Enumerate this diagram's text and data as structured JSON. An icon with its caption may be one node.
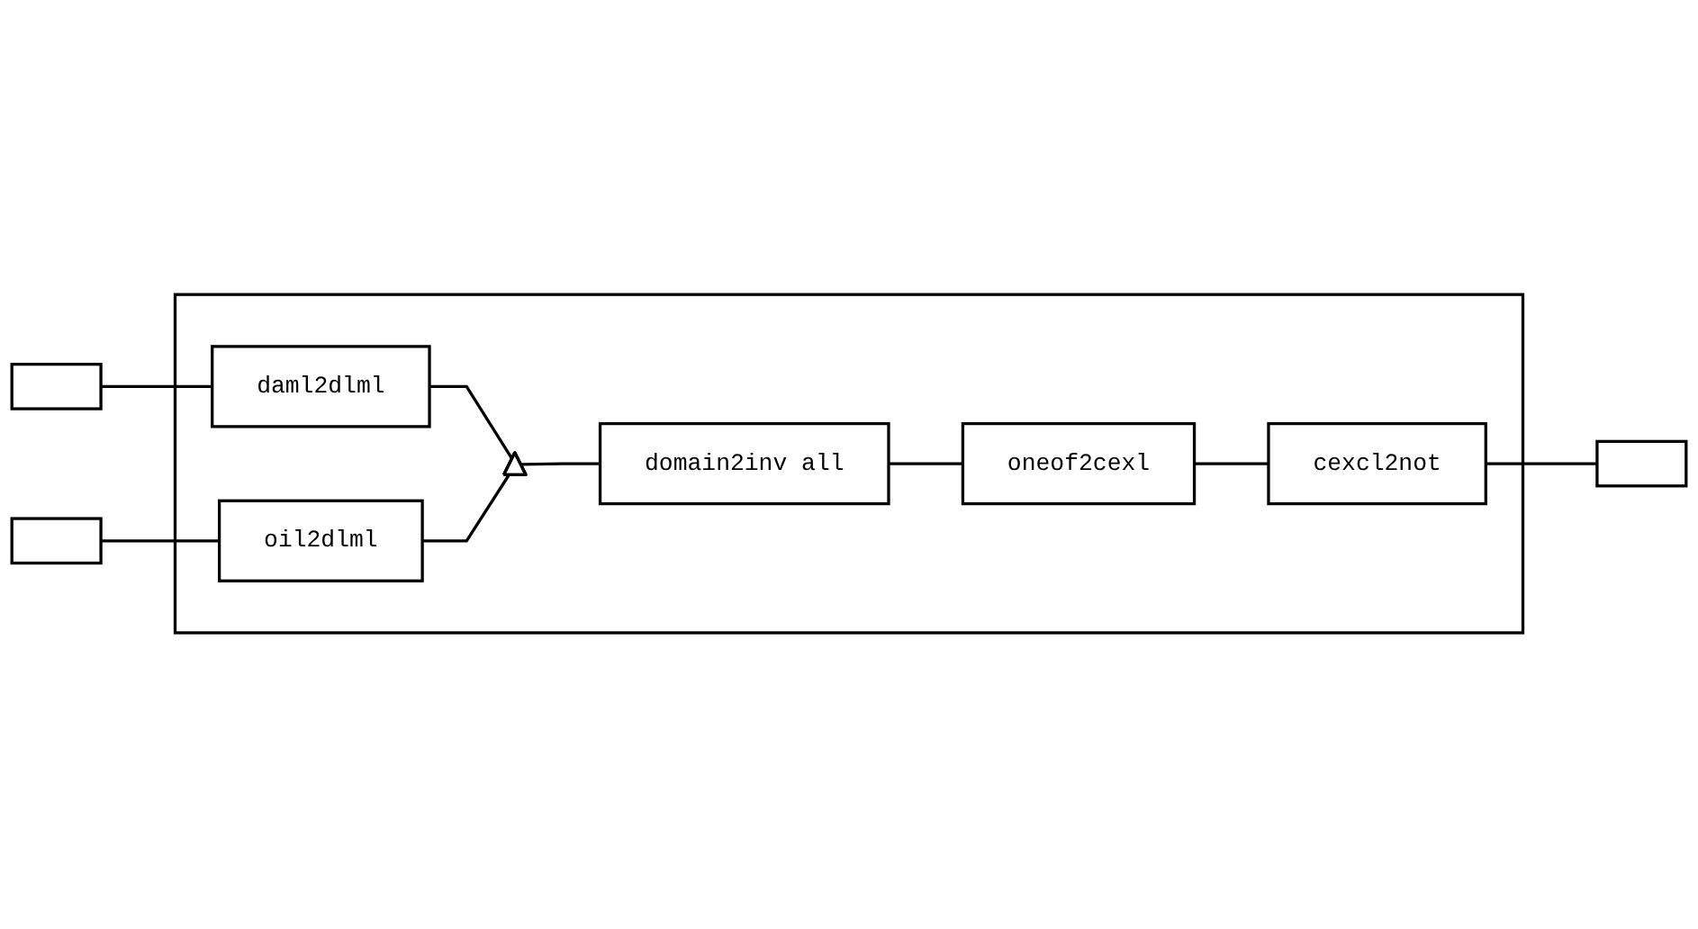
{
  "diagram": {
    "nodes": [
      {
        "text": [],
        "shape": "box"
      },
      {
        "text": [],
        "shape": "box"
      },
      {
        "text": [],
        "shape": "box"
      },
      {
        "text": [
          "daml2dlml"
        ],
        "in": 0
      },
      {
        "text": [
          "oil2dlml"
        ],
        "in": 0
      },
      {
        "text": [],
        "shape": "triangle",
        "in": 0
      },
      {
        "text": [
          "domain2inv all"
        ],
        "in": 0
      },
      {
        "text": [
          "oneof2cexl"
        ],
        "in": 0
      },
      {
        "text": [
          "cexcl2not"
        ],
        "in": 0
      },
      {
        "text": [],
        "shape": "box"
      }
    ],
    "edges": [
      {
        "from": 1,
        "to": 3,
        "arrow": "none"
      },
      {
        "from": 2,
        "to": 4,
        "arrow": "none"
      },
      {
        "from": 3,
        "to": 5,
        "arrow": "none"
      },
      {
        "from": 4,
        "to": 5,
        "arrow": "none"
      },
      {
        "from": 5,
        "to": 6,
        "arrow": "none"
      },
      {
        "from": 6,
        "to": 7,
        "arrow": "none"
      },
      {
        "from": 7,
        "to": 8,
        "arrow": "none"
      },
      {
        "from": 8,
        "to": 9,
        "arrow": "none"
      }
    ]
  }
}
